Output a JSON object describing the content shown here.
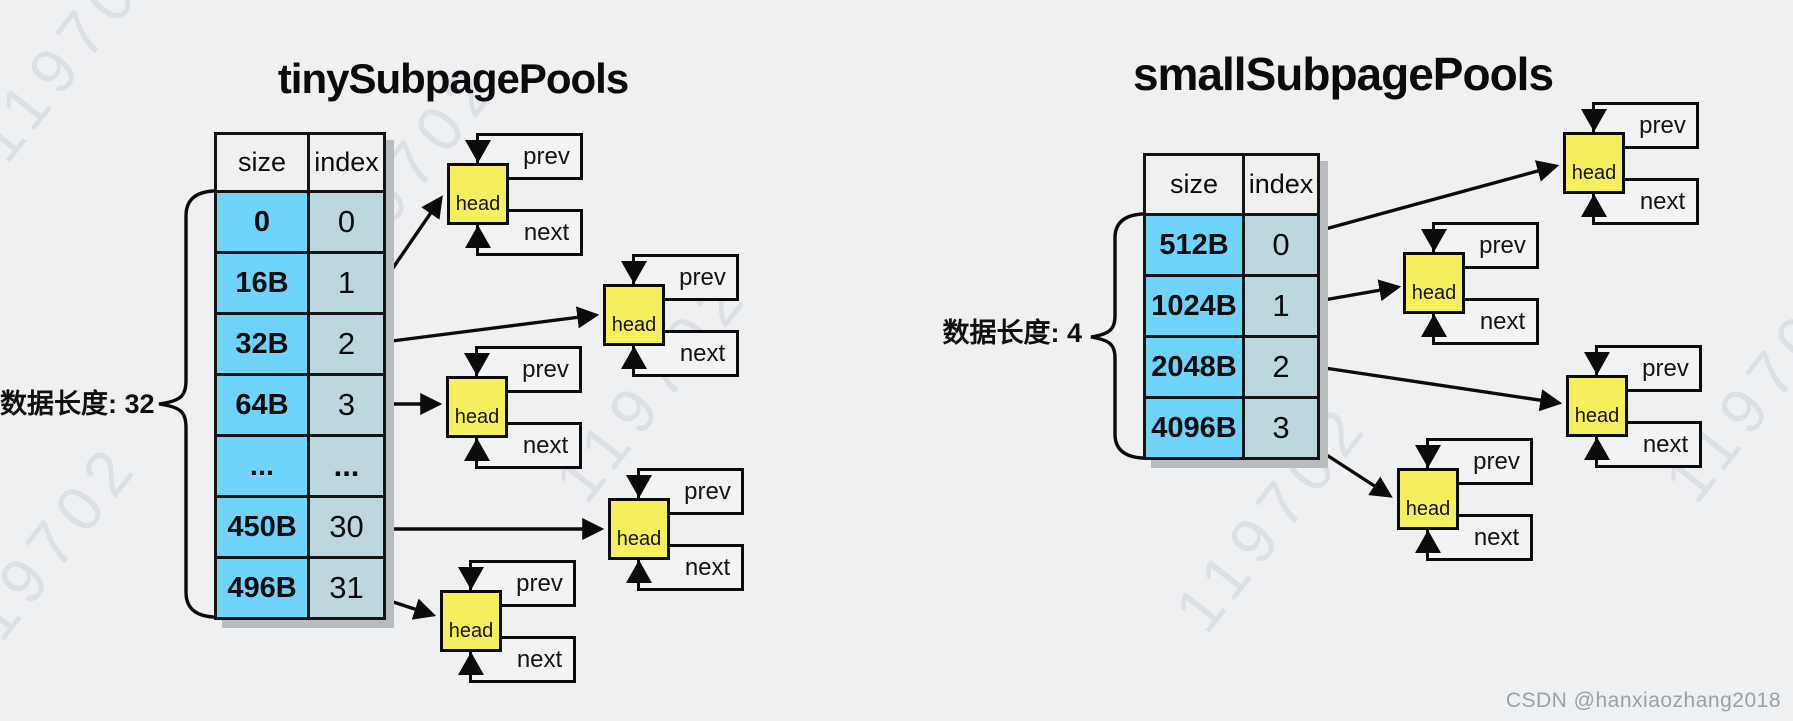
{
  "page": {
    "background": "#eef0f1"
  },
  "watermark": {
    "text": "119702"
  },
  "credit": "CSDN @hanxiaozhang2018",
  "node_labels": {
    "head": "head",
    "prev": "prev",
    "next": "next"
  },
  "colors": {
    "size_cell": "#70d4fa",
    "index_cell": "#bcd8de",
    "header_cell": "#f0f0ee",
    "head_box": "#f5ef5e",
    "line": "#0b0b0b",
    "shadow": "#b9bcbe"
  },
  "tiny": {
    "title": "tinySubpagePools",
    "length_label": "数据长度: 32",
    "table": {
      "headers": [
        "size",
        "index"
      ],
      "rows": [
        [
          "0",
          "0"
        ],
        [
          "16B",
          "1"
        ],
        [
          "32B",
          "2"
        ],
        [
          "64B",
          "3"
        ],
        [
          "...",
          "..."
        ],
        [
          "450B",
          "30"
        ],
        [
          "496B",
          "31"
        ]
      ]
    },
    "head_count": 5
  },
  "small": {
    "title": "smallSubpagePools",
    "length_label": "数据长度: 4",
    "table": {
      "headers": [
        "size",
        "index"
      ],
      "rows": [
        [
          "512B",
          "0"
        ],
        [
          "1024B",
          "1"
        ],
        [
          "2048B",
          "2"
        ],
        [
          "4096B",
          "3"
        ]
      ]
    },
    "head_count": 4
  }
}
